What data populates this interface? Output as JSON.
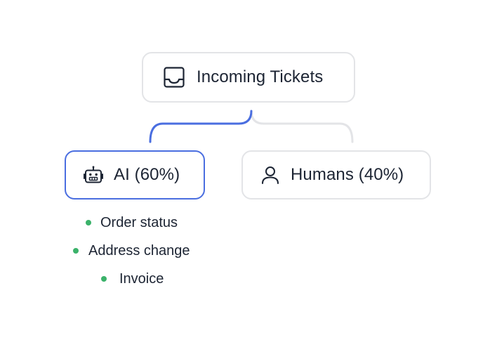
{
  "root": {
    "label": "Incoming Tickets",
    "icon": "inbox-tray-icon"
  },
  "branches": [
    {
      "label": "AI (60%)",
      "icon": "robot-icon",
      "share_percent": 60,
      "highlighted": true,
      "connector_color": "#4a6ee0"
    },
    {
      "label": "Humans (40%)",
      "icon": "user-icon",
      "share_percent": 40,
      "highlighted": false,
      "connector_color": "#e3e4e7"
    }
  ],
  "ai_topics": [
    "Order status",
    "Address change",
    "Invoice"
  ],
  "colors": {
    "accent": "#4a6ee0",
    "border": "#e3e4e7",
    "bullet": "#3bb26a",
    "text": "#1c2433"
  }
}
